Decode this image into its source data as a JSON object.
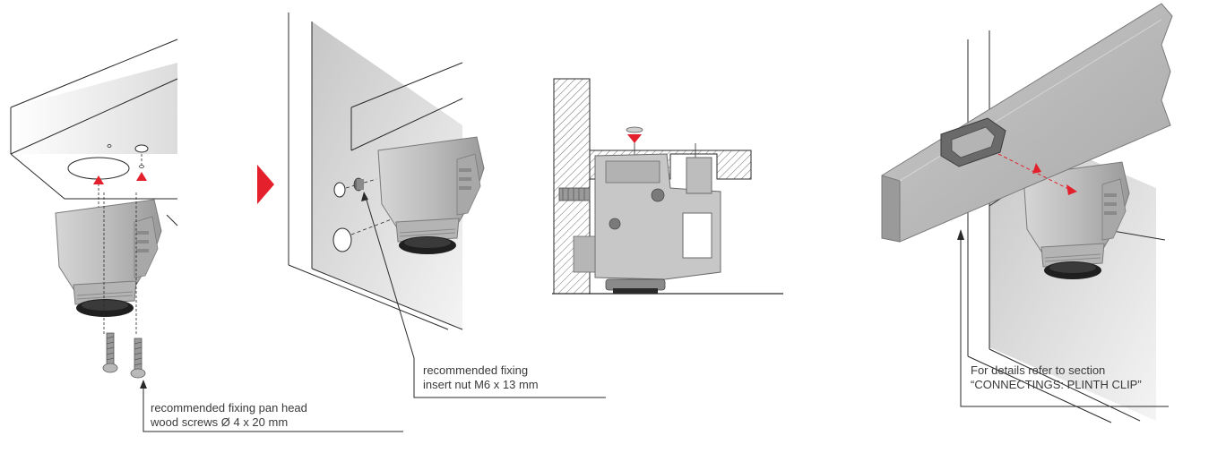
{
  "callouts": {
    "screws": {
      "line1": "recommended fixing pan head",
      "line2": "wood screws Ø 4 x 20 mm"
    },
    "insert_nut": {
      "line1": "recommended fixing",
      "line2": "insert nut M6 x 13 mm"
    },
    "plinth_clip": {
      "line1": "For details refer to section",
      "line2": "“CONNECTINGS: PLINTH CLIP”"
    }
  },
  "colors": {
    "accent": "#e3202b",
    "line": "#2a2a2a",
    "part": "#c4c4c4",
    "part_dark": "#8e8e8e",
    "foot": "#1f1f1f",
    "shade": "#d8d8d8",
    "plinth": "#bdbdbd"
  },
  "icons": {
    "step_arrow": "triangle-right-icon",
    "insert_arrow": "triangle-down-icon"
  }
}
